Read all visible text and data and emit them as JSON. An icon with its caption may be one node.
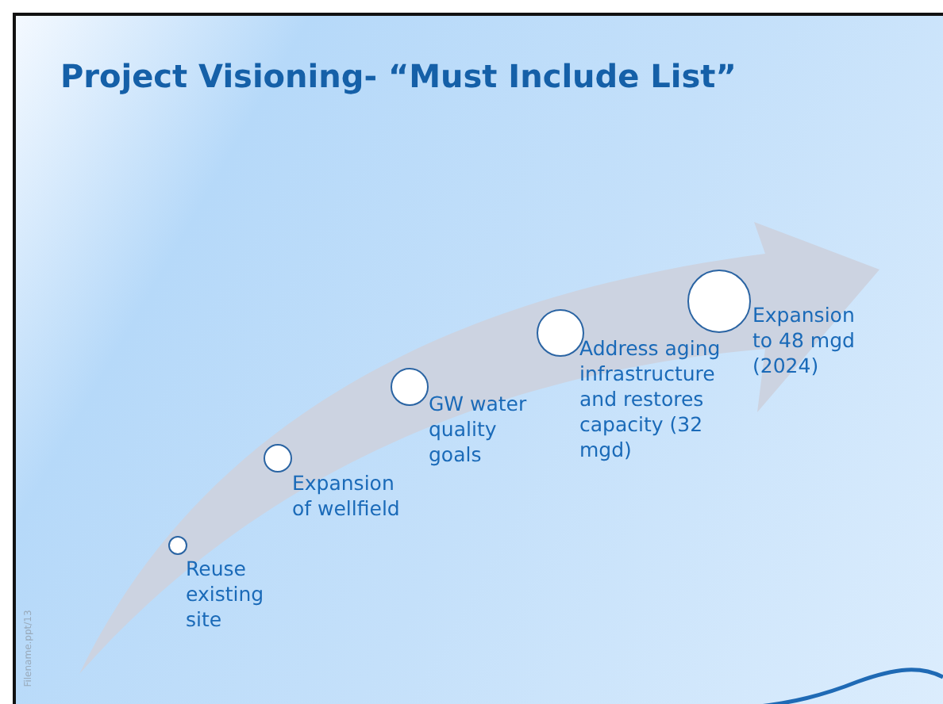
{
  "diagram": {
    "title": "Project Visioning- “Must Include List”",
    "nodes": [
      {
        "text": [],
        "shape": "circle",
        "beside": [
          "Reuse existing site"
        ]
      },
      {
        "text": [],
        "shape": "circle",
        "beside": [
          "Expansion of wellfield"
        ]
      },
      {
        "text": [],
        "shape": "circle",
        "beside": [
          "GW water quality goals"
        ]
      },
      {
        "text": [],
        "shape": "circle",
        "beside": [
          "Address aging infrastructure and restores capacity (32 mgd)"
        ]
      },
      {
        "text": [],
        "shape": "circle",
        "beside": [
          "Expansion to 48 mgd (2024)"
        ]
      }
    ],
    "labels": [
      "Filename.ppt/13"
    ]
  }
}
